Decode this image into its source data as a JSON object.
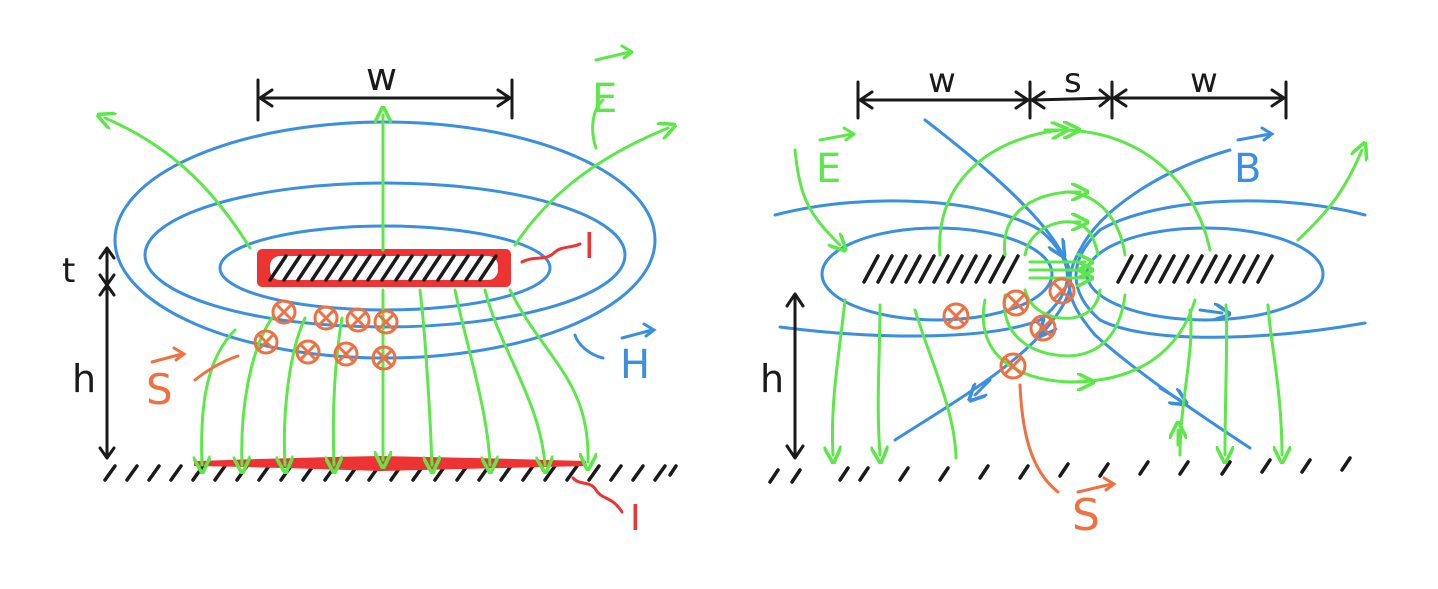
{
  "microstrip": {
    "w_label": "w",
    "t_label": "t",
    "h_label": "h",
    "e_label": "E",
    "h_field_label": "H",
    "s_label": "S",
    "i_top_label": "I",
    "i_bottom_label": "I"
  },
  "coplanar": {
    "w_left_label": "w",
    "s_label": "s",
    "w_right_label": "w",
    "e_label": "E",
    "b_label": "B",
    "h_label": "h",
    "s_vector_label": "S"
  },
  "colors": {
    "magnetic": "#3a8fe0",
    "electric": "#5de84a",
    "poynting": "#f07040",
    "current": "#ee3333",
    "ink": "#1a1a1a"
  }
}
